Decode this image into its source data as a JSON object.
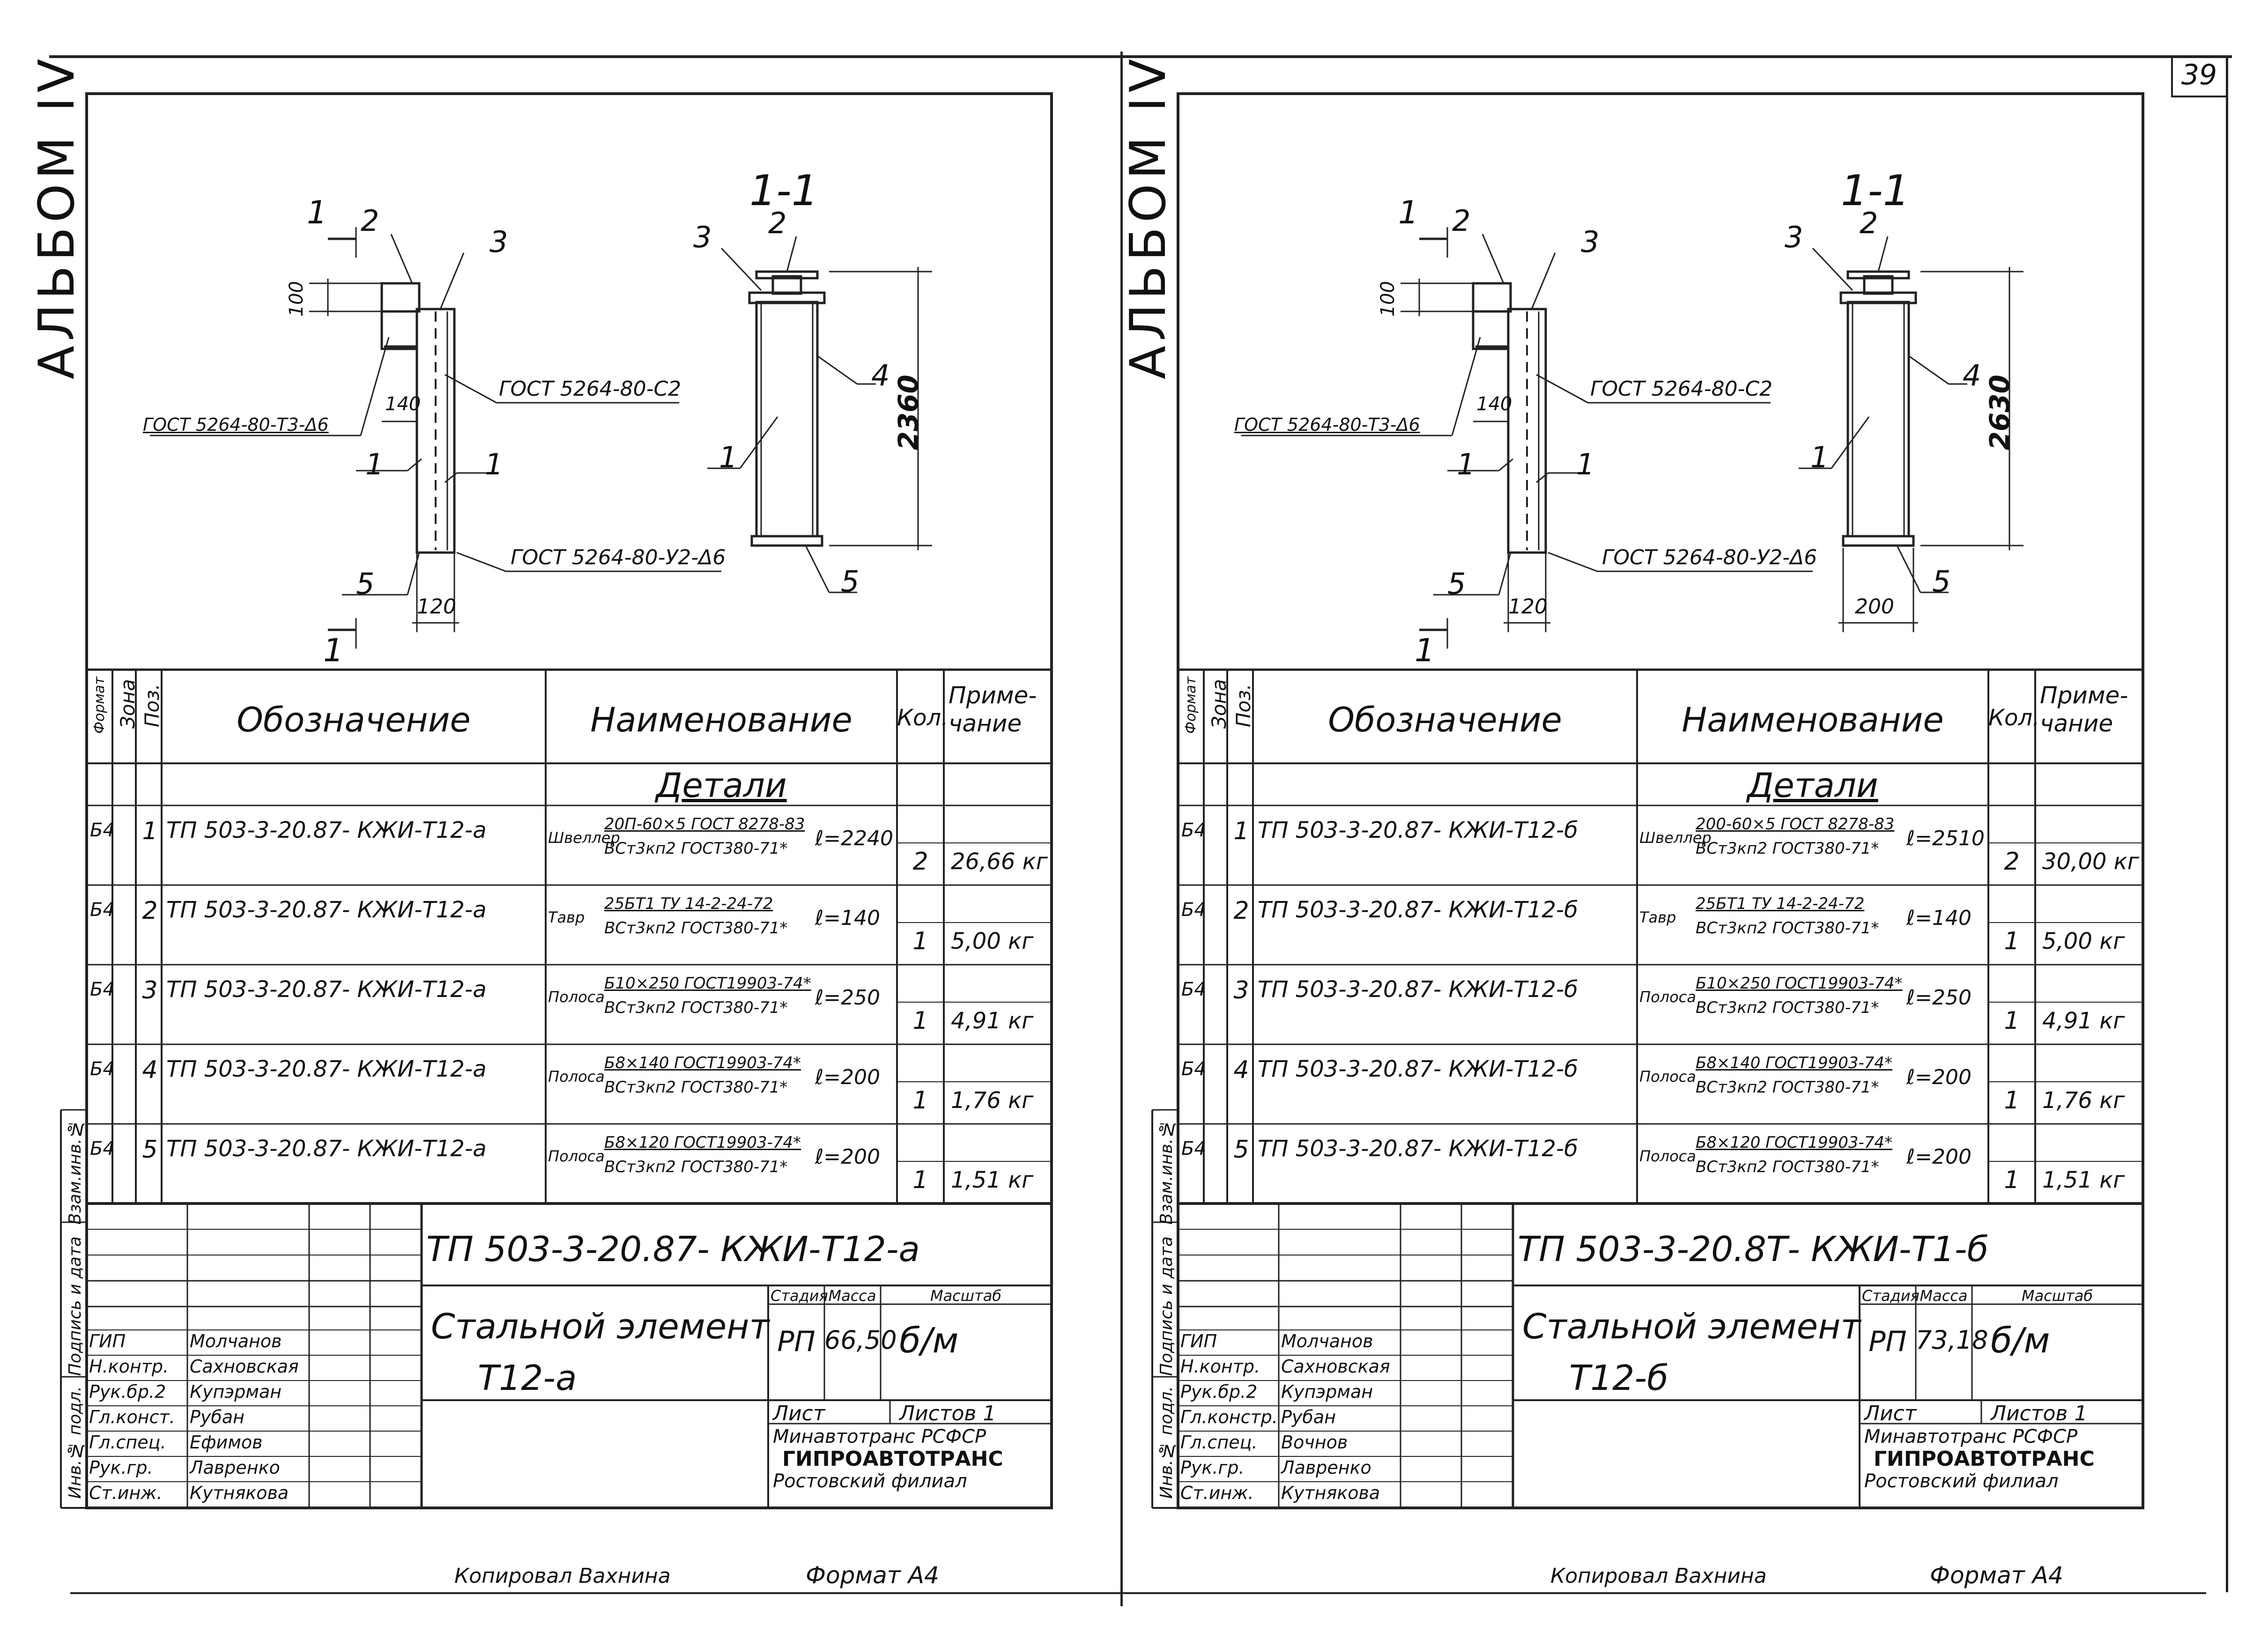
{
  "page_number": "39",
  "footer": {
    "copied_by": "Копировал Вахнина",
    "format": "Формат А4"
  },
  "sheets": [
    {
      "album": "АЛЬБОМ IV",
      "section_label": "1-1",
      "drawing": {
        "callouts": [
          "1",
          "2",
          "3",
          "1",
          "1",
          "5",
          "1",
          "3",
          "2",
          "4",
          "1",
          "5"
        ],
        "dims": [
          "100",
          "140",
          "120",
          "2360"
        ],
        "weld_notes": [
          "ГОСТ 5264-80-Т3-Δ6",
          "ГОСТ 5264-80-С2",
          "ГОСТ 5264-80-У2-Δ6"
        ]
      },
      "table": {
        "headers": {
          "format": "Формат",
          "zone": "Зона",
          "pos": "Поз.",
          "designation": "Обозначение",
          "name": "Наименование",
          "qty": "Кол.",
          "note": "Приме-чание"
        },
        "section_title": "Детали",
        "rows": [
          {
            "format": "Б4",
            "pos": "1",
            "designation": "ТП 503-3-20.87- КЖИ-Т12-а",
            "name_prefix": "Швеллер",
            "name_top": "20П-60×5 ГОСТ 8278-83",
            "name_bottom": "ВСт3кп2 ГОСТ380-71*",
            "name_len": "ℓ=2240",
            "qty": "2",
            "note": "26,66 кг"
          },
          {
            "format": "Б4",
            "pos": "2",
            "designation": "ТП 503-3-20.87- КЖИ-Т12-а",
            "name_prefix": "Тавр",
            "name_top": "25БТ1 ТУ 14-2-24-72",
            "name_bottom": "ВСт3кп2 ГОСТ380-71*",
            "name_len": "ℓ=140",
            "qty": "1",
            "note": "5,00 кг"
          },
          {
            "format": "Б4",
            "pos": "3",
            "designation": "ТП 503-3-20.87- КЖИ-Т12-а",
            "name_prefix": "Полоса",
            "name_top": "Б10×250 ГОСТ19903-74*",
            "name_bottom": "ВСт3кп2 ГОСТ380-71*",
            "name_len": "ℓ=250",
            "qty": "1",
            "note": "4,91 кг"
          },
          {
            "format": "Б4",
            "pos": "4",
            "designation": "ТП 503-3-20.87- КЖИ-Т12-а",
            "name_prefix": "Полоса",
            "name_top": "Б8×140 ГОСТ19903-74*",
            "name_bottom": "ВСт3кп2 ГОСТ380-71*",
            "name_len": "ℓ=200",
            "qty": "1",
            "note": "1,76 кг"
          },
          {
            "format": "Б4",
            "pos": "5",
            "designation": "ТП 503-3-20.87- КЖИ-Т12-а",
            "name_prefix": "Полоса",
            "name_top": "Б8×120 ГОСТ19903-74*",
            "name_bottom": "ВСт3кп2 ГОСТ380-71*",
            "name_len": "ℓ=200",
            "qty": "1",
            "note": "1,51 кг"
          }
        ]
      },
      "stamp": {
        "code": "ТП 503-3-20.87- КЖИ-Т12-а",
        "title_line1": "Стальной элемент",
        "title_line2": "Т12-а",
        "stage_label": "Стадия",
        "mass_label": "Масса",
        "scale_label": "Масштаб",
        "stage": "РП",
        "mass": "66,50",
        "scale": "б/м",
        "sheet_label": "Лист",
        "sheets_label": "Листов 1",
        "org1": "Минавтотранс РСФСР",
        "org2": "ГИПРОАВТОТРАНС",
        "org3": "Ростовский филиал",
        "roles": [
          "ГИП",
          "Н.контр.",
          "Рук.бр.2",
          "Гл.конст.",
          "Гл.спец.",
          "Рук.гр.",
          "Ст.инж."
        ],
        "names": [
          "Молчанов",
          "Сахновская",
          "Купэрман",
          "Рубан",
          "Ефимов",
          "Лавренко",
          "Кутнякова"
        ]
      },
      "side_labels": [
        "Инв.№ подл.",
        "Подпись и дата",
        "Взам.инв.№"
      ]
    },
    {
      "album": "АЛЬБОМ IV",
      "section_label": "1-1",
      "drawing": {
        "callouts": [
          "1",
          "2",
          "3",
          "1",
          "1",
          "5",
          "1",
          "3",
          "2",
          "4",
          "1",
          "5"
        ],
        "dims": [
          "100",
          "140",
          "120",
          "2630",
          "200"
        ],
        "weld_notes": [
          "ГОСТ 5264-80-Т3-Δ6",
          "ГОСТ 5264-80-С2",
          "ГОСТ 5264-80-У2-Δ6"
        ]
      },
      "table": {
        "headers": {
          "format": "Формат",
          "zone": "Зона",
          "pos": "Поз.",
          "designation": "Обозначение",
          "name": "Наименование",
          "qty": "Кол.",
          "note": "Приме-чание"
        },
        "section_title": "Детали",
        "rows": [
          {
            "format": "Б4",
            "pos": "1",
            "designation": "ТП 503-3-20.87- КЖИ-Т12-б",
            "name_prefix": "Швеллер",
            "name_top": "200-60×5 ГОСТ 8278-83",
            "name_bottom": "ВСт3кп2 ГОСТ380-71*",
            "name_len": "ℓ=2510",
            "qty": "2",
            "note": "30,00 кг"
          },
          {
            "format": "Б4",
            "pos": "2",
            "designation": "ТП 503-3-20.87- КЖИ-Т12-б",
            "name_prefix": "Тавр",
            "name_top": "25БТ1 ТУ 14-2-24-72",
            "name_bottom": "ВСт3кп2 ГОСТ380-71*",
            "name_len": "ℓ=140",
            "qty": "1",
            "note": "5,00 кг"
          },
          {
            "format": "Б4",
            "pos": "3",
            "designation": "ТП 503-3-20.87- КЖИ-Т12-б",
            "name_prefix": "Полоса",
            "name_top": "Б10×250 ГОСТ19903-74*",
            "name_bottom": "ВСт3кп2 ГОСТ380-71*",
            "name_len": "ℓ=250",
            "qty": "1",
            "note": "4,91 кг"
          },
          {
            "format": "Б4",
            "pos": "4",
            "designation": "ТП 503-3-20.87- КЖИ-Т12-б",
            "name_prefix": "Полоса",
            "name_top": "Б8×140 ГОСТ19903-74*",
            "name_bottom": "ВСт3кп2 ГОСТ380-71*",
            "name_len": "ℓ=200",
            "qty": "1",
            "note": "1,76 кг"
          },
          {
            "format": "Б4",
            "pos": "5",
            "designation": "ТП 503-3-20.87- КЖИ-Т12-б",
            "name_prefix": "Полоса",
            "name_top": "Б8×120 ГОСТ19903-74*",
            "name_bottom": "ВСт3кп2 ГОСТ380-71*",
            "name_len": "ℓ=200",
            "qty": "1",
            "note": "1,51 кг"
          }
        ]
      },
      "stamp": {
        "code": "ТП 503-3-20.8Т- КЖИ-Т1-б",
        "title_line1": "Стальной элемент",
        "title_line2": "Т12-б",
        "stage_label": "Стадия",
        "mass_label": "Масса",
        "scale_label": "Масштаб",
        "stage": "РП",
        "mass": "73,18",
        "scale": "б/м",
        "sheet_label": "Лист",
        "sheets_label": "Листов 1",
        "org1": "Минавтотранс РСФСР",
        "org2": "ГИПРОАВТОТРАНС",
        "org3": "Ростовский филиал",
        "roles": [
          "ГИП",
          "Н.контр.",
          "Рук.бр.2",
          "Гл.констр.",
          "Гл.спец.",
          "Рук.гр.",
          "Ст.инж."
        ],
        "names": [
          "Молчанов",
          "Сахновская",
          "Купэрман",
          "Рубан",
          "Вочнов",
          "Лавренко",
          "Кутнякова"
        ]
      },
      "side_labels": [
        "Инв.№ подл.",
        "Подпись и дата",
        "Взам.инв.№"
      ]
    }
  ]
}
